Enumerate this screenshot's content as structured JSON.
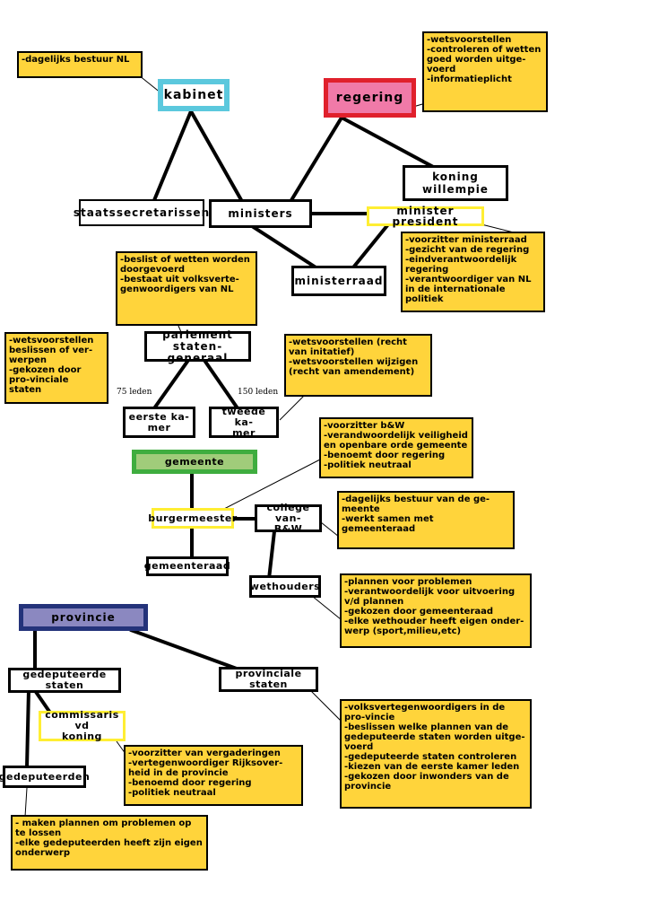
{
  "nodes": {
    "kabinet": "kabinet",
    "regering": "regering",
    "koning": "koning\nwillempie",
    "staatssecretarissen": "staatssecretarissen",
    "ministers": "ministers",
    "minister_president": "minister president",
    "ministerraad": "ministerraad",
    "parlement": "parlement\nstaten-generaal",
    "eerste_kamer": "eerste ka-\nmer",
    "tweede_kamer": "tweede ka-\nmer",
    "gemeente": "gemeente",
    "burgermeester": "burgermeester",
    "college": "college van-\nB&W",
    "gemeenteraad": "gemeenteraad",
    "wethouders": "wethouders",
    "provincie": "provincie",
    "gedeputeerde_staten": "gedeputeerde staten",
    "provinciale_staten": "provinciale staten",
    "commissaris": "commissaris vd\nkoning",
    "gedeputeerden": "gedeputeerden"
  },
  "edge_labels": {
    "eerste_kamer_count": "75 leden",
    "tweede_kamer_count": "150 leden"
  },
  "notes": {
    "kabinet": "-dagelijks bestuur NL",
    "regering": "-wetsvoorstellen\n-controleren of wetten goed worden uitge-voerd\n-informatieplicht",
    "minister_president": "-voorzitter ministerraad\n-gezicht van de regering\n-eindverantwoordelijk regering\n-verantwoordiger van NL in de internationale politiek",
    "parlement": "-beslist of wetten worden doorgevoerd\n-bestaat uit volksverte-genwoordigers van NL",
    "eerste_kamer": "-wetsvoorstellen beslissen of ver-werpen\n-gekozen door pro-vinciale staten",
    "tweede_kamer": "-wetsvoorstellen (recht van initatief)\n-wetsvoorstellen wijzigen (recht van amendement)",
    "burgermeester": "-voorzitter b&W\n-verandwoordelijk veiligheid en openbare orde gemeente\n-benoemt door regering\n-politiek neutraal",
    "college": "-dagelijks bestuur van de ge-meente\n-werkt samen met gemeenteraad",
    "wethouders": "-plannen voor problemen\n-verantwoordelijk voor uitvoering v/d plannen\n-gekozen door gemeenteraad\n-elke wethouder heeft eigen onder-werp (sport,milieu,etc)",
    "provinciale_staten": "-volksvertegenwoordigers in de pro-vincie\n-beslissen welke plannen van de gedeputeerde staten worden uitge-voerd\n-gedeputeerde staten controleren\n-kiezen van de eerste kamer leden\n-gekozen door inwonders van de provincie",
    "commissaris": "-voorzitter van vergaderingen\n-vertegenwoordiger Rijksover-heid in de provincie\n-benoemd door regering\n-politiek neutraal",
    "gedeputeerden": "- maken plannen om problemen op te lossen\n-elke gedeputeerden heeft zijn eigen onderwerp"
  },
  "colors": {
    "kabinet_border": "#5bc8dd",
    "regering_border": "#e0202c",
    "regering_fill": "#f07aa8",
    "minister_president_border": "#ffee33",
    "gemeente_border": "#3fad3f",
    "gemeente_fill": "#a0cc7a",
    "burgermeester_border": "#ffee33",
    "provincie_border": "#24337a",
    "provincie_fill": "#8b88c0",
    "commissaris_border": "#ffee33",
    "note_fill": "#ffd43b"
  }
}
